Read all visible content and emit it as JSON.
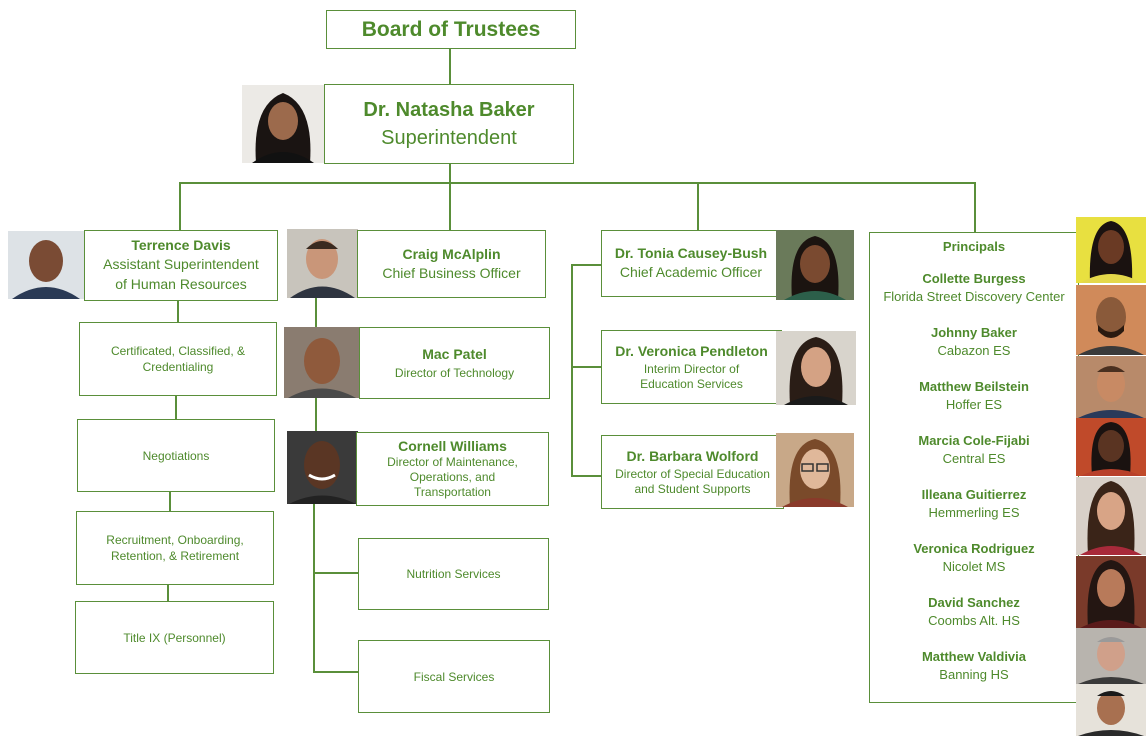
{
  "board": {
    "label": "Board of Trustees"
  },
  "superintendent": {
    "name": "Dr. Natasha Baker",
    "title": "Superintendent"
  },
  "hr": {
    "name": "Terrence Davis",
    "title_line1": "Assistant Superintendent",
    "title_line2": "of Human Resources",
    "depts": [
      {
        "line1": "Certificated, Classified, &",
        "line2": "Credentialing"
      },
      {
        "line1": "Negotiations",
        "line2": ""
      },
      {
        "line1": "Recruitment, Onboarding,",
        "line2": "Retention, & Retirement"
      },
      {
        "line1": "Title IX (Personnel)",
        "line2": ""
      }
    ]
  },
  "business": {
    "name": "Craig McAlplin",
    "title": "Chief Business Officer",
    "technology": {
      "name": "Mac Patel",
      "title": "Director of Technology"
    },
    "maintenance": {
      "name": "Cornell Williams",
      "title_line1": "Director of Maintenance,",
      "title_line2": "Operations, and",
      "title_line3": "Transportation"
    },
    "depts": [
      {
        "label": "Nutrition Services"
      },
      {
        "label": "Fiscal Services"
      }
    ]
  },
  "academic": {
    "name": "Dr. Tonia Causey-Bush",
    "title": "Chief Academic Officer",
    "education": {
      "name": "Dr. Veronica Pendleton",
      "title_line1": "Interim Director of",
      "title_line2": "Education Services"
    },
    "special": {
      "name": "Dr. Barbara Wolford",
      "title_line1": "Director of Special Education",
      "title_line2": "and Student Supports"
    }
  },
  "principals": {
    "heading": "Principals",
    "list": [
      {
        "name": "Collette Burgess",
        "school": "Florida Street Discovery Center"
      },
      {
        "name": "Johnny Baker",
        "school": "Cabazon ES"
      },
      {
        "name": "Matthew Beilstein",
        "school": "Hoffer ES"
      },
      {
        "name": "Marcia Cole-Fijabi",
        "school": "Central ES"
      },
      {
        "name": "Illeana Guitierrez",
        "school": "Hemmerling ES"
      },
      {
        "name": "Veronica Rodriguez",
        "school": "Nicolet MS"
      },
      {
        "name": "David Sanchez",
        "school": "Coombs Alt. HS"
      },
      {
        "name": "Matthew Valdivia",
        "school": "Banning HS"
      }
    ]
  },
  "colors": {
    "accent": "#4e8a2c",
    "border": "#5a8f3a"
  }
}
